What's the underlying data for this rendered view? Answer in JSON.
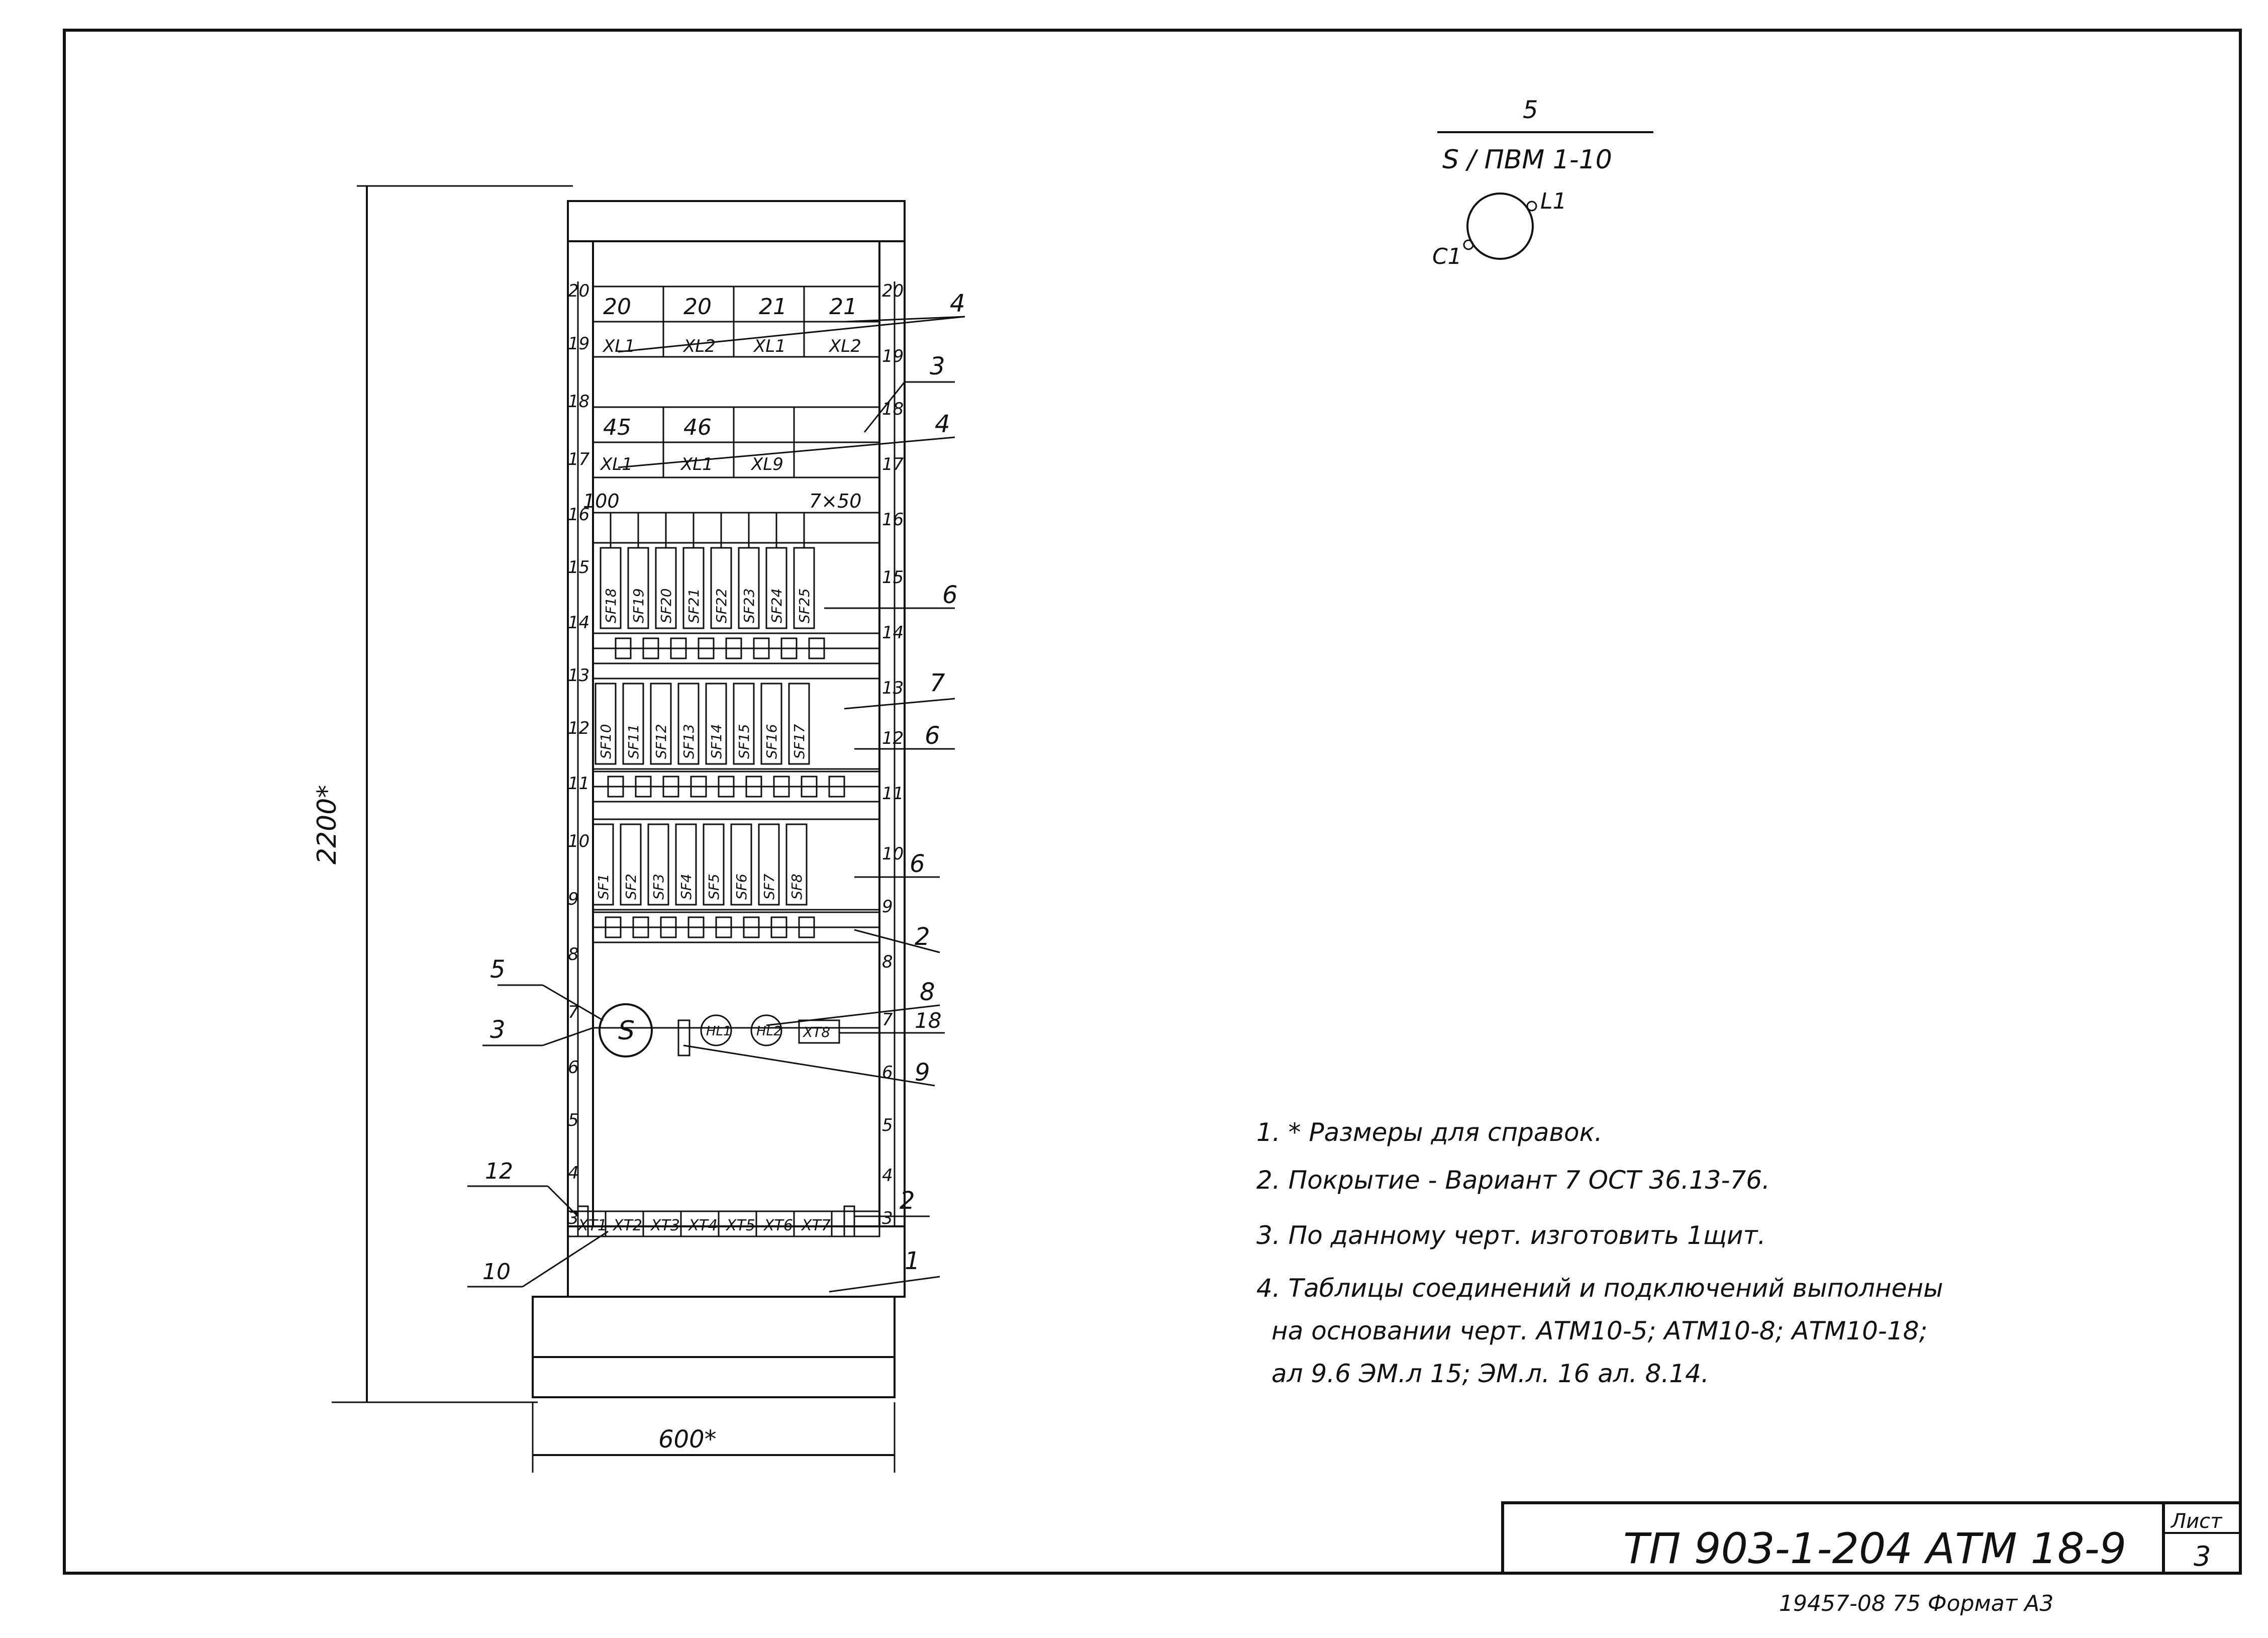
{
  "drawing": {
    "dimensions": {
      "height": "2200*",
      "width": "600*"
    },
    "top_labels": {
      "row1": [
        "20",
        "20",
        "21",
        "21"
      ],
      "row1_codes": [
        "XL1",
        "XL2",
        "XL1",
        "XL2"
      ],
      "row2": [
        "45",
        "46"
      ],
      "row2_codes": [
        "XL1",
        "XL1",
        "XL9"
      ],
      "row3_left": "100",
      "row3_right": "7×50"
    },
    "breakers_row_a": [
      "SF18",
      "SF19",
      "SF20",
      "SF21",
      "SF22",
      "SF23",
      "SF24",
      "SF25"
    ],
    "breakers_row_b": [
      "SF10",
      "SF11",
      "SF12",
      "SF13",
      "SF14",
      "SF15",
      "SF16",
      "SF17"
    ],
    "breakers_row_c": [
      "SF1",
      "SF2",
      "SF3",
      "SF4",
      "SF5",
      "SF6",
      "SF7",
      "SF8"
    ],
    "meter_symbol": "S",
    "small_devices": [
      "HL1",
      "HL2",
      "XT8"
    ],
    "terminal_blocks": [
      "XT1",
      "XT2",
      "XT3",
      "XT4",
      "XT5",
      "XT6",
      "XT7"
    ],
    "rail_numbers_left": [
      "20",
      "19",
      "18",
      "17",
      "16",
      "15",
      "14",
      "13",
      "12",
      "11",
      "10",
      "9",
      "8",
      "7",
      "6",
      "5",
      "4",
      "3"
    ],
    "rail_numbers_right": [
      "20",
      "19",
      "18",
      "17",
      "16",
      "15",
      "14",
      "13",
      "12",
      "11",
      "10",
      "9",
      "8",
      "7",
      "6",
      "5",
      "4",
      "3"
    ],
    "callouts_right": [
      "4",
      "3",
      "4",
      "6",
      "7",
      "6",
      "6",
      "2",
      "8",
      "18",
      "9",
      "2",
      "1"
    ],
    "callouts_left": [
      "5",
      "3",
      "12",
      "10"
    ]
  },
  "symbol": {
    "numerator": "5",
    "denominator": "S / ПВМ 1-10",
    "label_l1": "L1",
    "label_c1": "C1"
  },
  "notes": [
    "1. * Размеры для справок.",
    "2. Покрытие - Вариант 7 ОСТ 36.13-76.",
    "3. По данному черт. изготовить 1щит.",
    "4. Таблицы соединений и подключений выполнены",
    "на основании черт. АТМ10-5; АТМ10-8; АТМ10-18;",
    "ал 9.6 ЭМ.л 15; ЭМ.л. 16 ал. 8.14."
  ],
  "title_block": {
    "code": "ТП 903-1-204   АТМ 18-9",
    "sheet_label": "Лист",
    "sheet_number": "3"
  },
  "footer": "19457-08   75   Формат А3"
}
